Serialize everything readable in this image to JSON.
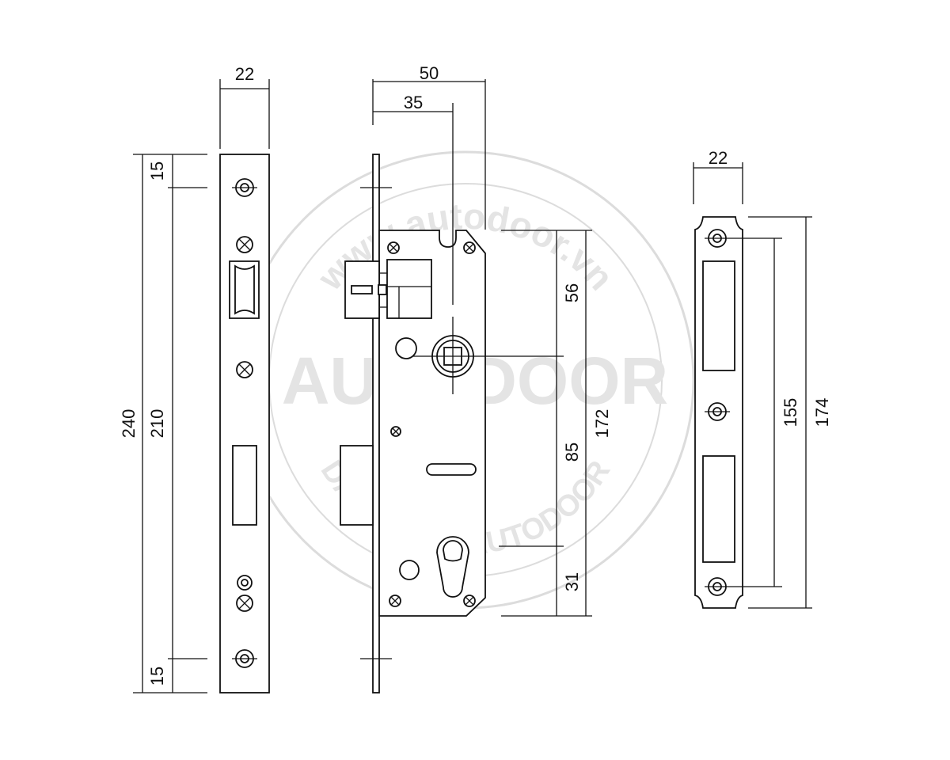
{
  "diagram": {
    "watermark": {
      "url_text": "www.autodoor.vn",
      "brand_text": "AUTODOOR",
      "bottom_text": "DAI PHONG AUTODOOR"
    },
    "faceplate": {
      "width_label": "22",
      "top_offset_label": "15",
      "bottom_offset_label": "15",
      "screw_span_label": "210",
      "total_length_label": "240"
    },
    "lock_body": {
      "backset_label": "35",
      "depth_label": "50",
      "handle_to_top_label": "56",
      "handle_to_cylinder_label": "85",
      "cylinder_to_bottom_label": "31",
      "body_height_label": "172"
    },
    "strike_plate": {
      "width_label": "22",
      "screw_span_label": "155",
      "total_length_label": "174"
    }
  }
}
